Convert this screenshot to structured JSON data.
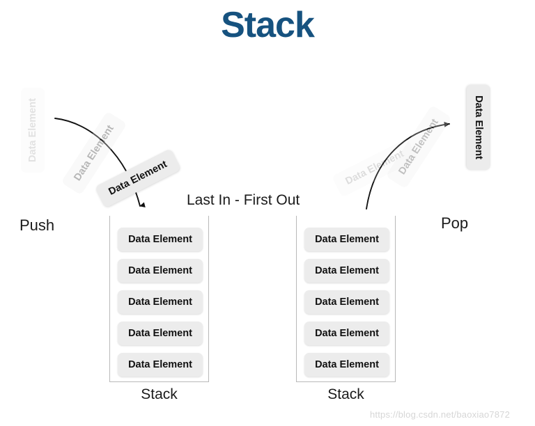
{
  "title": "Stack",
  "headline": "Last In - First Out",
  "operations": {
    "push_label": "Push",
    "pop_label": "Pop"
  },
  "element_label": "Data Element",
  "stacks": [
    {
      "id": "left",
      "caption": "Stack",
      "cells": [
        "Data Element",
        "Data Element",
        "Data Element",
        "Data Element",
        "Data Element"
      ]
    },
    {
      "id": "right",
      "caption": "Stack",
      "cells": [
        "Data Element",
        "Data Element",
        "Data Element",
        "Data Element",
        "Data Element"
      ]
    }
  ],
  "push_sequence": [
    "Data Element",
    "Data Element",
    "Data Element"
  ],
  "pop_sequence": [
    "Data Element",
    "Data Element",
    "Data Element"
  ],
  "watermark": "https://blog.csdn.net/baoxiao7872",
  "colors": {
    "title": "#16527f",
    "chip_fill": "#ececec",
    "chip_text": "#111111",
    "container_border": "#b9b9b9",
    "arrow": "#111111",
    "watermark": "#d6d6d6",
    "background": "#ffffff"
  }
}
